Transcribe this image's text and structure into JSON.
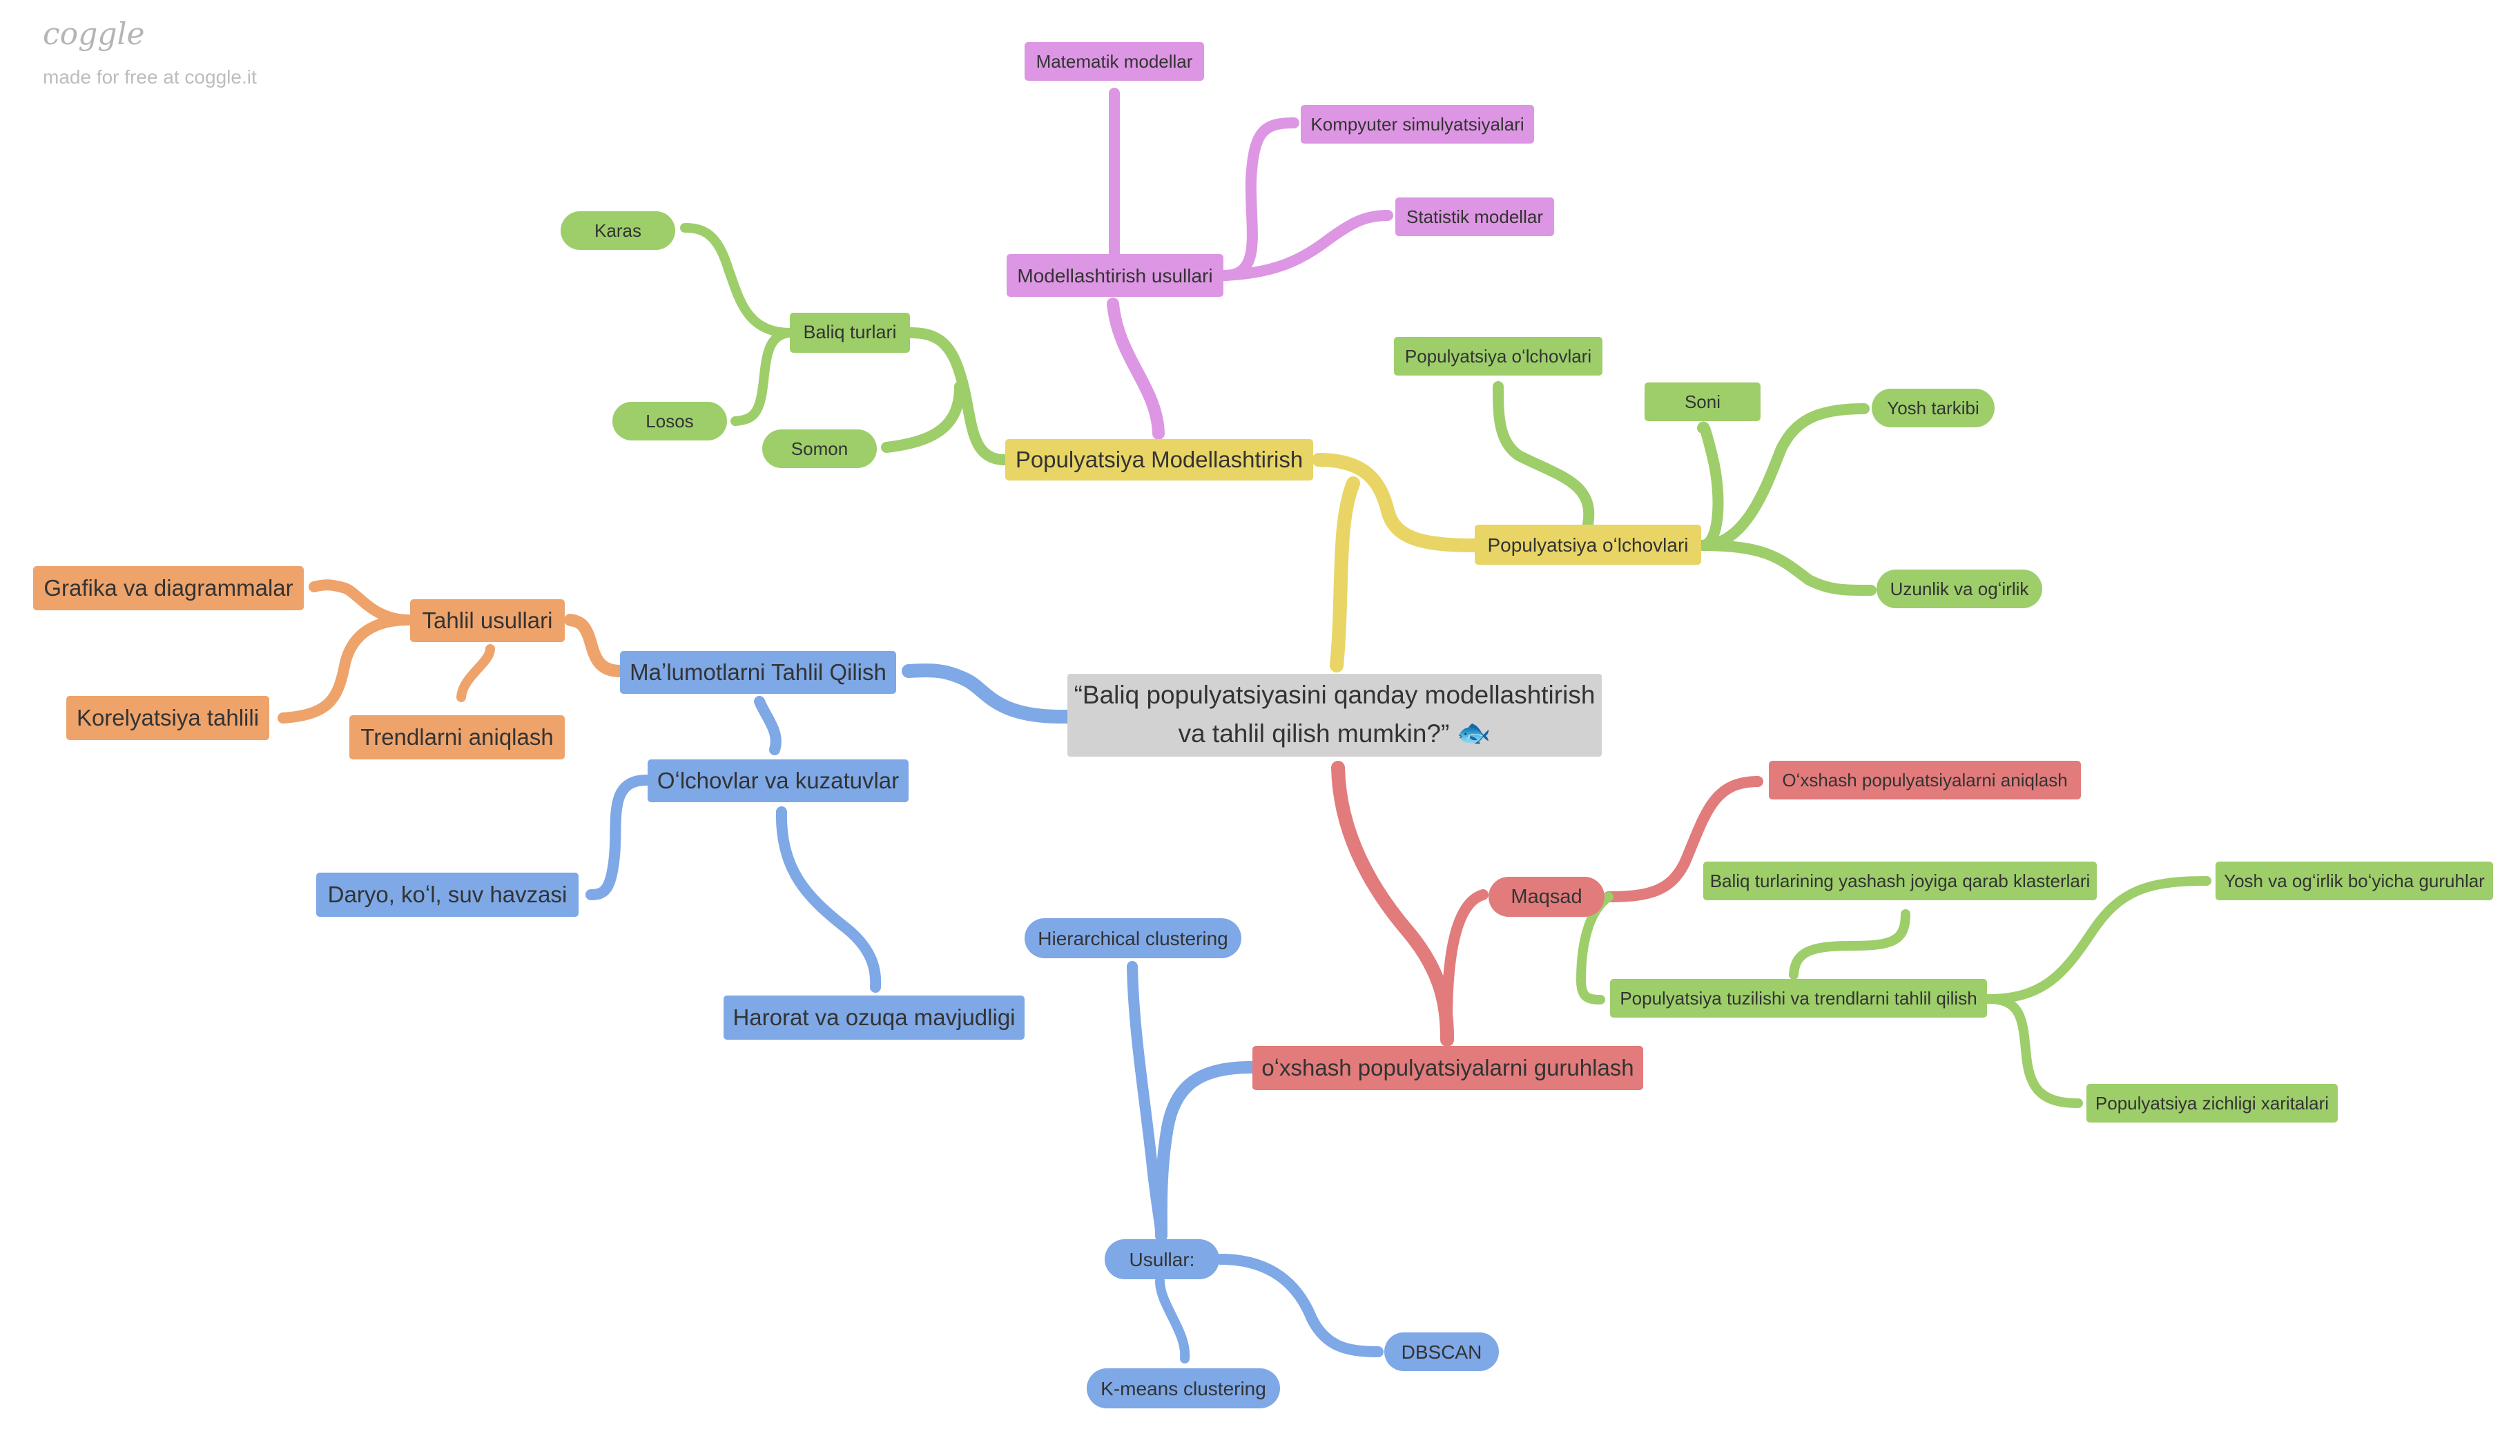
{
  "brand": {
    "logo": "coggle",
    "tagline": "made for free at coggle.it"
  },
  "colors": {
    "yellow": "#e8d565",
    "green": "#9dce6a",
    "purple": "#dd96e3",
    "orange": "#eea36b",
    "blue": "#7ea8e6",
    "red": "#e27b7b",
    "center": "#d2d2d2",
    "text": "#333333"
  },
  "center": {
    "line1": "“Baliq populyatsiyasini qanday modellashtirish",
    "line2": "va tahlil qilish mumkin?”",
    "icon": "fish-icon"
  },
  "nodes": {
    "populyatsiya_modellashtirish": "Populyatsiya Modellashtirish",
    "baliq_turlari": "Baliq turlari",
    "karas": "Karas",
    "losos": "Losos",
    "somon": "Somon",
    "modellashtirish_usullari": "Modellashtirish usullari",
    "matematik_modellar": "Matematik modellar",
    "kompyuter_simulyatsiyalari": "Kompyuter simulyatsiyalari",
    "statistik_modellar": "Statistik modellar",
    "populyatsiya_olchovlari": "Populyatsiya oʻlchovlari",
    "populyatsiya_olchovlari_green": "Populyatsiya oʻlchovlari",
    "soni": "Soni",
    "yosh_tarkibi": "Yosh tarkibi",
    "uzunlik": "Uzunlik va ogʻirlik",
    "malumotlarni_tahlil": "Maʼlumotlarni Tahlil Qilish",
    "tahlil_usullari": "Tahlil usullari",
    "grafika": "Grafika va diagrammalar",
    "korelyatsiya": "Korelyatsiya tahlili",
    "trendlarni": "Trendlarni aniqlash",
    "olchovlar_kuzatuvlar": "Oʻlchovlar va kuzatuvlar",
    "daryo": "Daryo, koʻl, suv havzasi",
    "harorat": "Harorat va ozuqa mavjudligi",
    "guruhlash": "oʻxshash populyatsiyalarni guruhlash",
    "maqsad": "Maqsad",
    "oxshash_aniqlash": "Oʻxshash populyatsiyalarni aniqlash",
    "baliq_turlarining": "Baliq turlarining yashash joyiga qarab klasterlari",
    "populyatsiya_tuzilishi": "Populyatsiya tuzilishi va trendlarni tahlil qilish",
    "yosh_va_ogirlik": "Yosh va ogʻirlik boʻyicha guruhlar",
    "zichligi": "Populyatsiya zichligi xaritalari",
    "hierarchical": "Hierarchical clustering",
    "usullar": "Usullar:",
    "dbscan": "DBSCAN",
    "kmeans": "K-means clustering"
  }
}
